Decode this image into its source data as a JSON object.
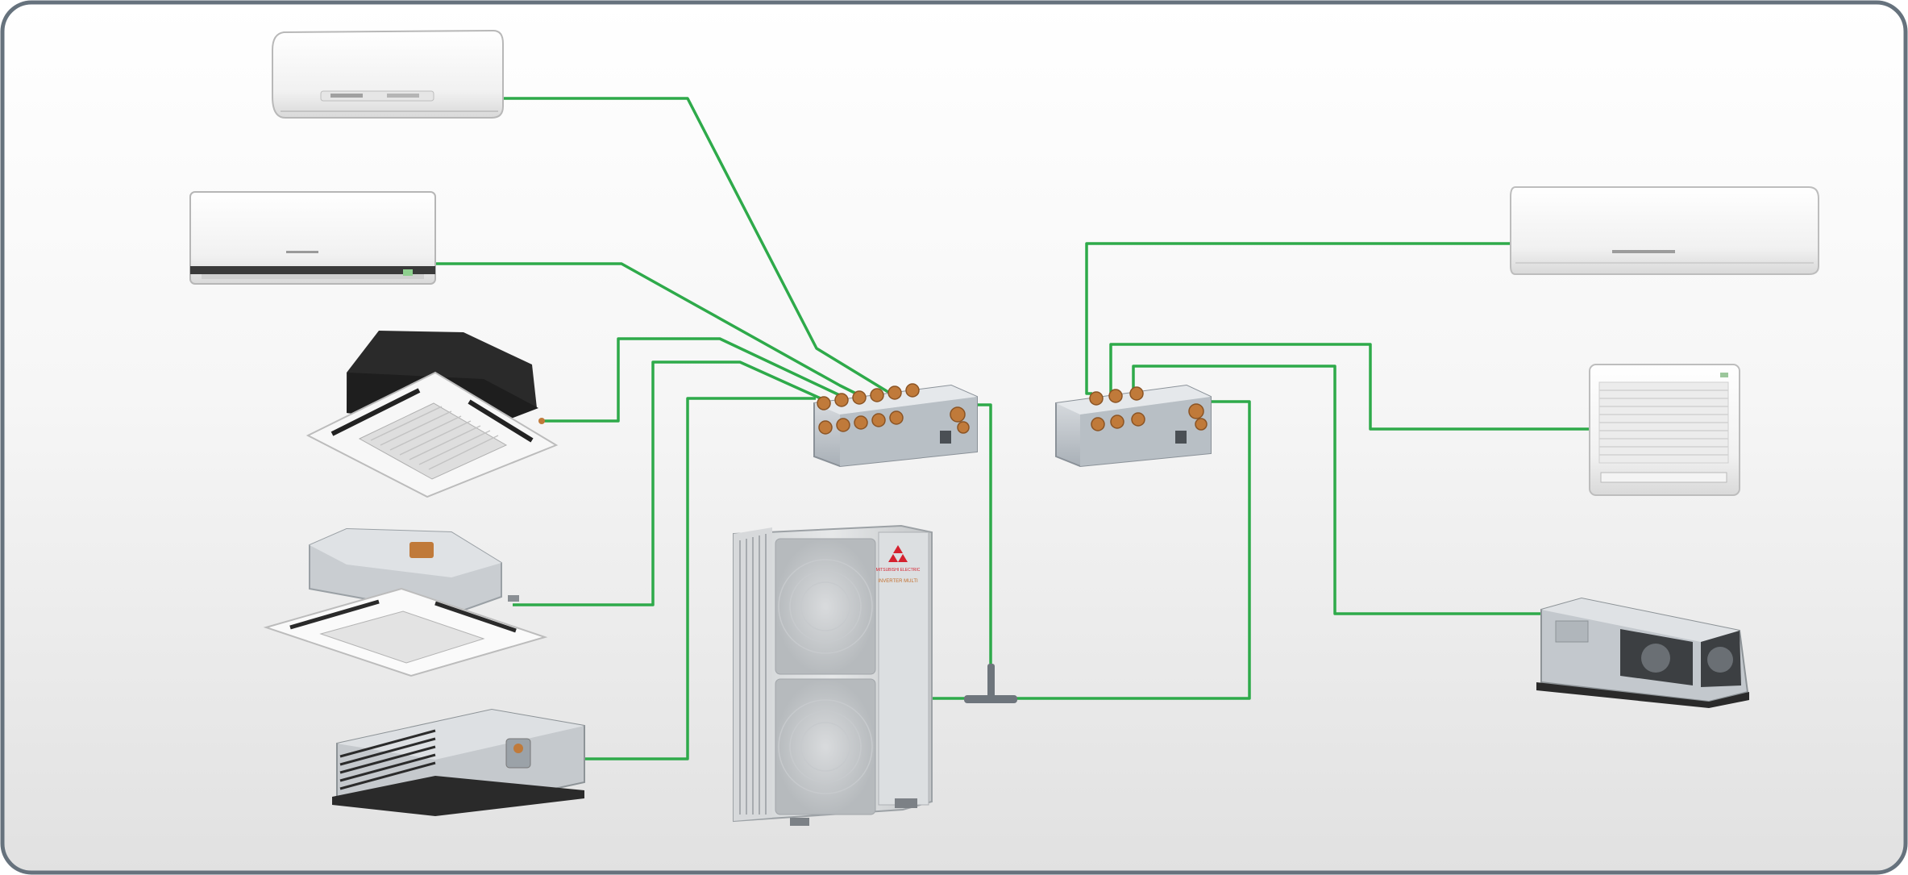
{
  "colors": {
    "frame": "#66727d",
    "piping": "#2eaa4a",
    "background_top": "#ffffff",
    "background_bottom": "#e3e3e3",
    "metal": "#c8cdd2",
    "copper": "#c07a3a",
    "brand_red": "#d5212e"
  },
  "diagram": {
    "outdoor_unit": {
      "icon": "outdoor-condenser-unit",
      "brand_text": "MITSUBISHI ELECTRIC",
      "series_text": "INVERTER  MULTI"
    },
    "branch_boxes": [
      {
        "icon": "branch-box-5-port",
        "ports": 5
      },
      {
        "icon": "branch-box-3-port",
        "ports": 3
      }
    ],
    "indoor_units_left": [
      {
        "icon": "wall-mounted-unit-slim"
      },
      {
        "icon": "wall-mounted-unit"
      },
      {
        "icon": "ceiling-cassette-4way"
      },
      {
        "icon": "ceiling-cassette-compact"
      },
      {
        "icon": "ducted-unit-low-static"
      }
    ],
    "indoor_units_right": [
      {
        "icon": "wall-mounted-unit-large"
      },
      {
        "icon": "floor-console-unit"
      },
      {
        "icon": "ducted-unit-medium-static"
      }
    ]
  }
}
